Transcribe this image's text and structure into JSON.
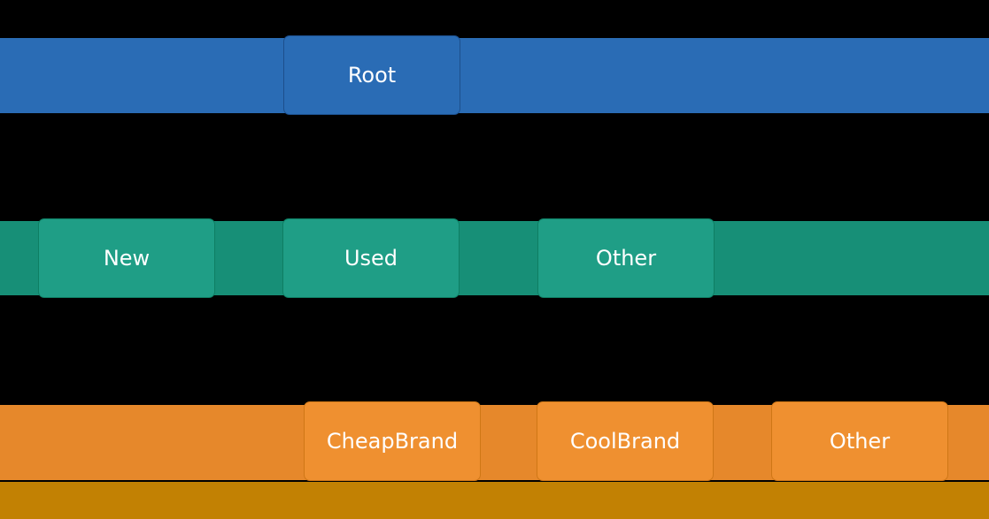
{
  "chart_data": {
    "type": "icicle",
    "direction": "top-down",
    "title": "",
    "background_color": "#000000",
    "text_color": "#ffffff",
    "levels": [
      {
        "depth": 0,
        "bar_color": "#2a6cb5",
        "node_color": "#2a6cb5"
      },
      {
        "depth": 1,
        "bar_color": "#178f77",
        "node_color": "#1f9e86"
      },
      {
        "depth": 2,
        "bar_color": "#e6882b",
        "node_color": "#ef9030"
      },
      {
        "depth": 3,
        "bar_color": "#c28103",
        "node_color": null
      }
    ],
    "nodes": [
      {
        "label": "Root",
        "depth": 0
      },
      {
        "label": "New",
        "depth": 1
      },
      {
        "label": "Used",
        "depth": 1
      },
      {
        "label": "Other",
        "depth": 1
      },
      {
        "label": "CheapBrand",
        "depth": 2
      },
      {
        "label": "CoolBrand",
        "depth": 2
      },
      {
        "label": "Other",
        "depth": 2
      }
    ],
    "notes": "Fourth-level bar is clipped at the bottom edge of the image; no labels visible on it."
  }
}
